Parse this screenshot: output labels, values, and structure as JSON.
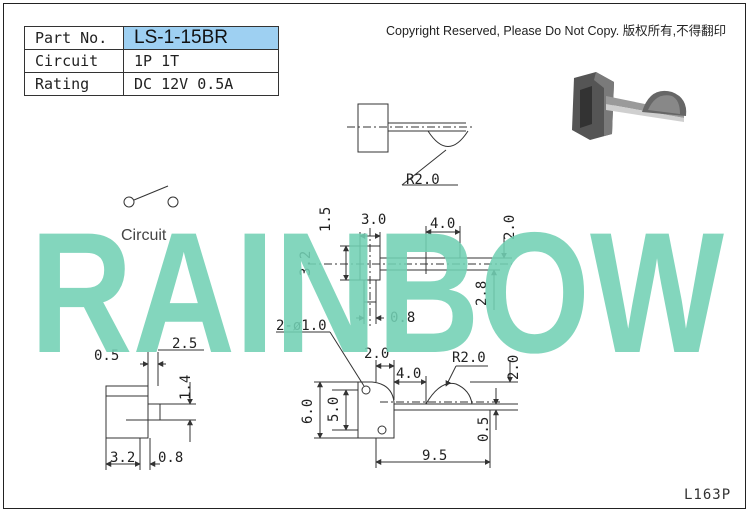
{
  "spec_table": {
    "rows": [
      {
        "key": "Part No.",
        "value": "LS-1-15BR"
      },
      {
        "key": "Circuit",
        "value": "1P 1T"
      },
      {
        "key": "Rating",
        "value": "DC 12V 0.5A"
      }
    ]
  },
  "copyright": "Copyright Reserved, Please Do Not Copy. 版权所有,不得翻印",
  "watermark": "RAINBOW",
  "circuit_label": "Circuit",
  "drawing_code": "L163P",
  "dims": {
    "r20_top": "R2.0",
    "d30": "3.0",
    "d15": "1.5",
    "d40_top": "4.0",
    "d20_right": "2.0",
    "d32_v": "3.2",
    "d28": "2.8",
    "d08_mid": "0.8",
    "d05": "0.5",
    "d25": "2.5",
    "d14": "1.4",
    "d32_h": "3.2",
    "d08_low": "0.8",
    "hole": "2-ø1.0",
    "d20_low": "2.0",
    "d40_low": "4.0",
    "r20_low": "R2.0",
    "d20_low_right": "2.0",
    "d60": "6.0",
    "d50": "5.0",
    "d05_v": "0.5",
    "d95": "9.5"
  },
  "colors": {
    "watermark": "#72d0b4",
    "part_no_bg": "#9ed0f2",
    "line": "#333333"
  }
}
